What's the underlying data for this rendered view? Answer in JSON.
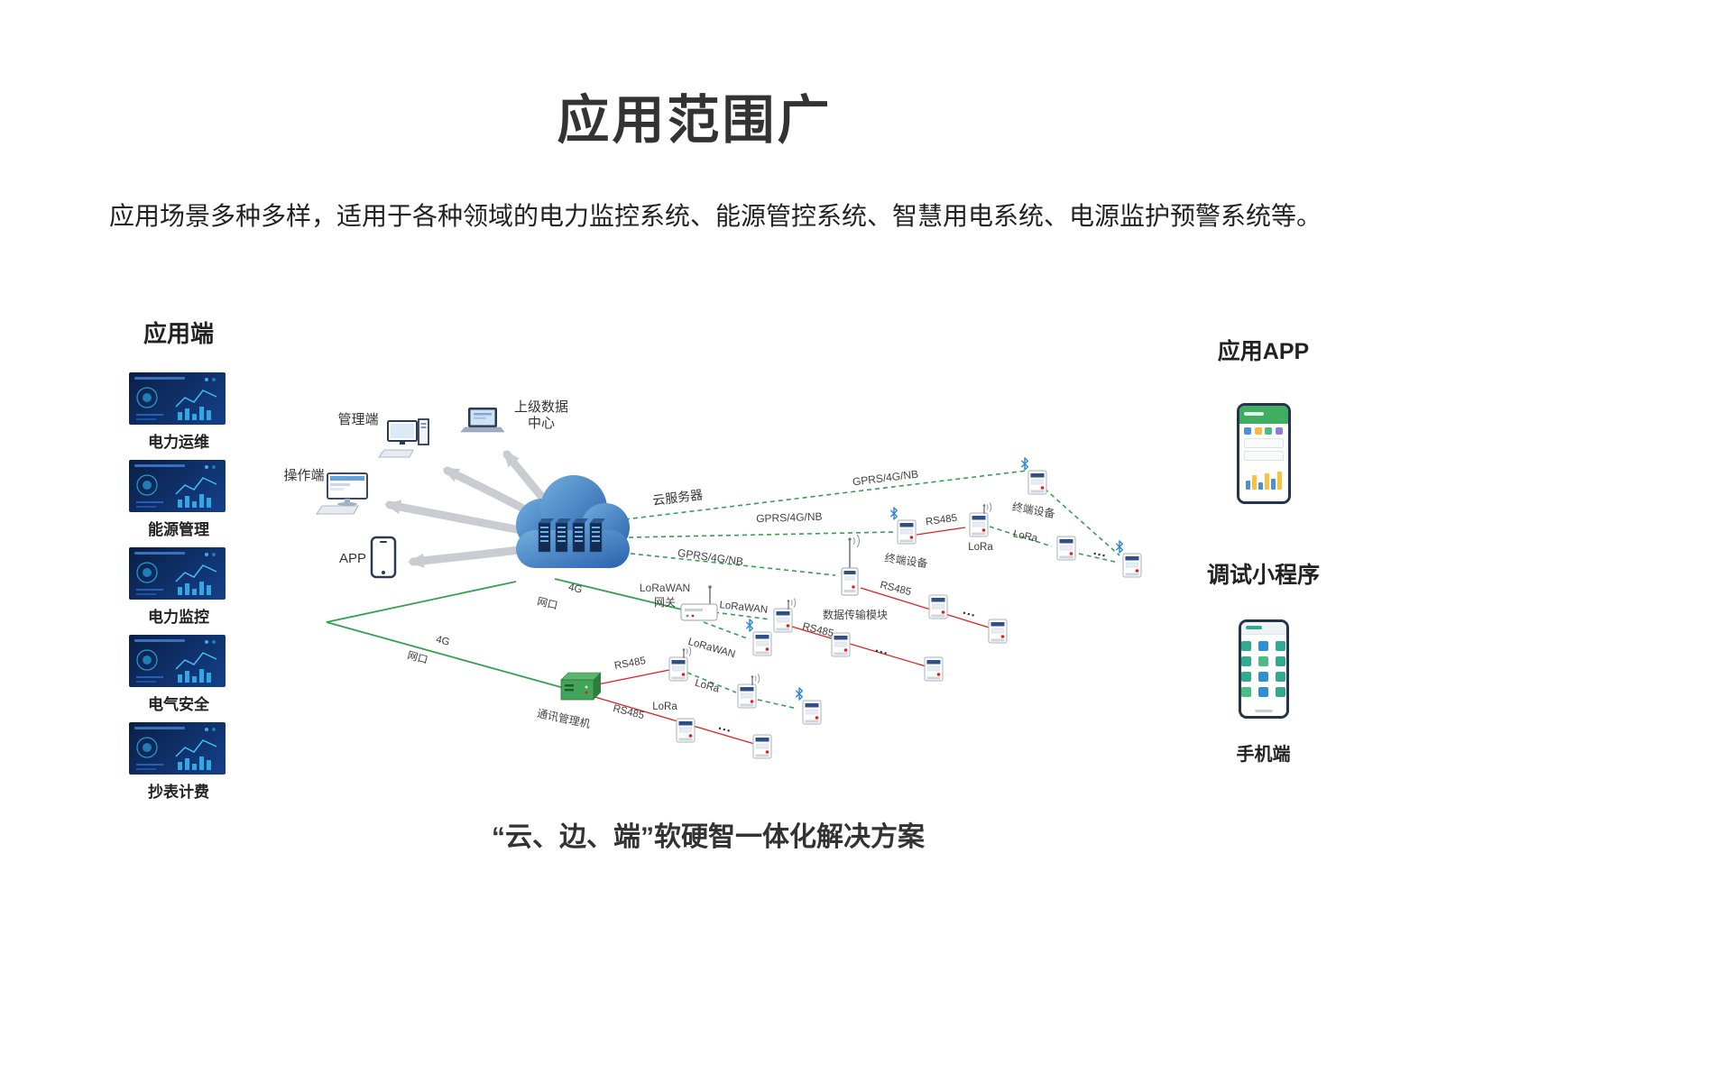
{
  "page": {
    "title": "应用范围广",
    "subtitle": "应用场景多种多样，适用于各种领域的电力监控系统、能源管控系统、智慧用电系统、电源监护预警系统等。",
    "footer": "“云、边、端”软硬智一体化解决方案"
  },
  "left_panel": {
    "heading": "应用端",
    "items": [
      {
        "label": "电力运维"
      },
      {
        "label": "能源管理"
      },
      {
        "label": "电力监控"
      },
      {
        "label": "电气安全"
      },
      {
        "label": "抄表计费"
      }
    ]
  },
  "right_panel": {
    "app_heading": "应用APP",
    "mini_heading": "调试小程序",
    "phone_label": "手机端"
  },
  "diagram": {
    "nodes": {
      "management": "管理端",
      "data_center_line1": "上级数据",
      "data_center_line2": "中心",
      "operation": "操作端",
      "app": "APP",
      "cloud": "云服务器",
      "gateway_line1": "LoRaWAN",
      "gateway_line2": "网关",
      "data_module": "数据传输模块",
      "comm_manager": "通讯管理机",
      "terminal": "终端设备"
    },
    "links": {
      "gprs": "GPRS/4G/NB",
      "fourg": "4G",
      "port": "网口",
      "rs485": "RS485",
      "lora": "LoRa",
      "lorawan": "LoRaWAN"
    },
    "ellipsis": "···",
    "colors": {
      "link_green": "#35a04f",
      "link_red": "#e02020",
      "cloud_blue": "#2f6cb5",
      "bluetooth_blue": "#2f86d6",
      "app_green": "#3fae62",
      "dashboard_navy": "#0a1f45"
    },
    "icons": [
      "cloud-server-icon",
      "desktop-computer-icon",
      "laptop-icon",
      "monitor-icon",
      "smartphone-icon",
      "din-device-icon",
      "antenna-icon",
      "bluetooth-icon",
      "lorawan-gateway-icon",
      "data-transmission-module-icon",
      "comm-manager-icon"
    ]
  }
}
